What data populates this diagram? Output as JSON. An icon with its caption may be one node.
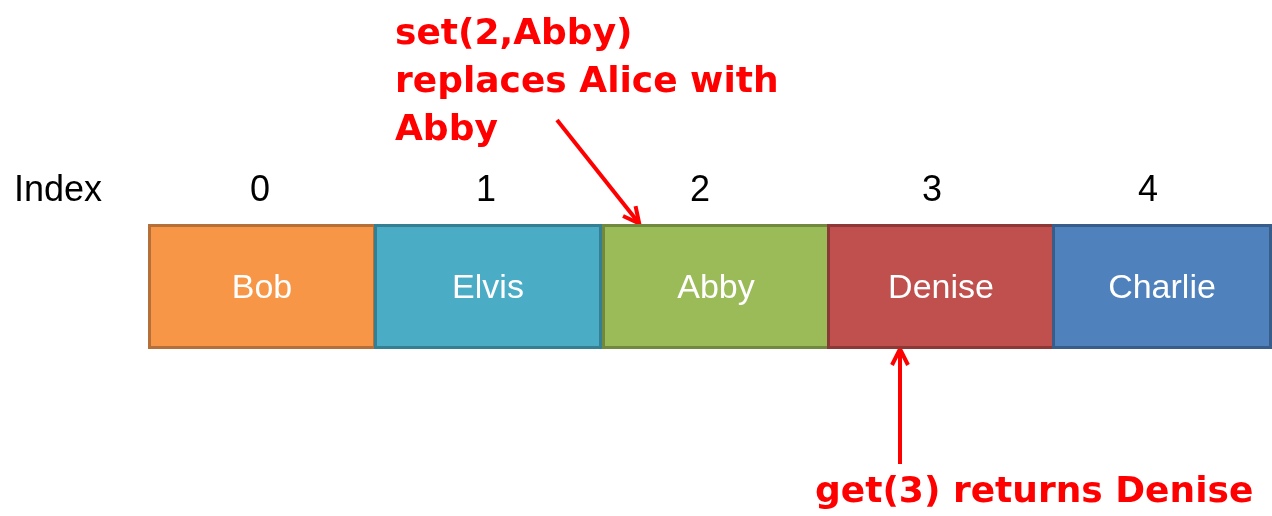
{
  "diagram": {
    "nodes": [
      {
        "text": [
          "Bob"
        ]
      },
      {
        "text": [
          "Elvis"
        ]
      },
      {
        "text": [
          "Abby"
        ]
      },
      {
        "text": [
          "Denise"
        ]
      },
      {
        "text": [
          "Charlie"
        ]
      },
      {
        "text": [
          "set(2,Abby) replaces Alice with Abby"
        ]
      },
      {
        "text": [
          "get(3) returns Denise"
        ]
      }
    ],
    "edges": [
      {
        "from": 5,
        "to": 2,
        "arrow": "to",
        "color": "#ff0000"
      },
      {
        "from": 6,
        "to": 3,
        "arrow": "to",
        "color": "#ff0000"
      }
    ],
    "labels": [
      "Index",
      "0",
      "1",
      "2",
      "3",
      "4"
    ]
  }
}
